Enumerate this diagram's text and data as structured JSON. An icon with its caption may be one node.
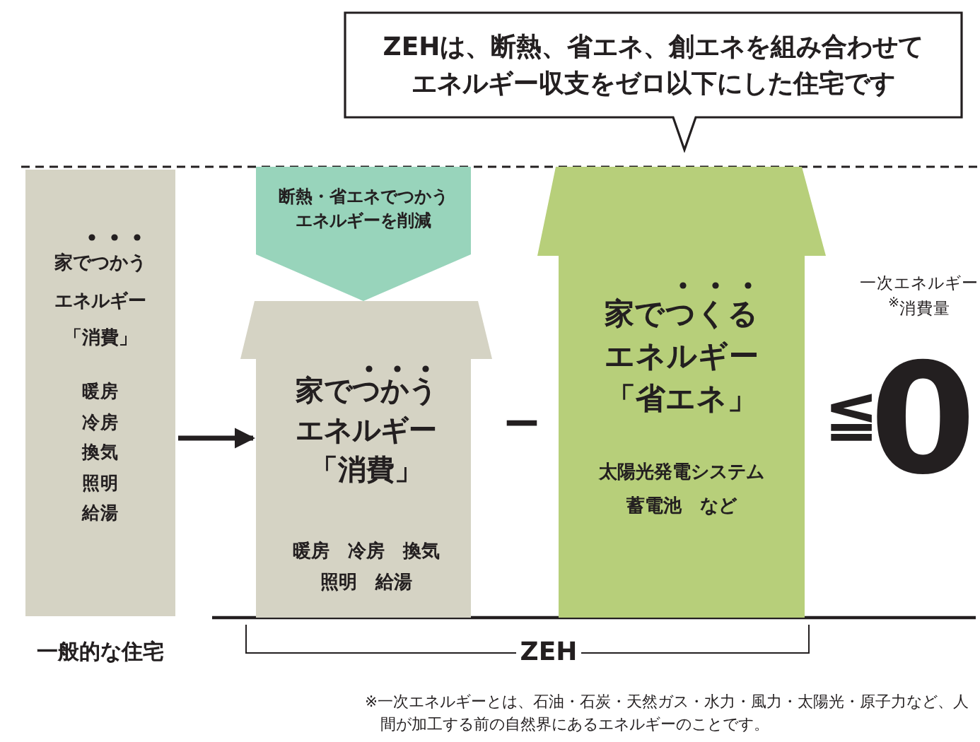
{
  "diagram": {
    "nodes": [
      {
        "text": [
          "ZEHは、断熱、省エネ、創エネを組み合わせてエネルギー収支をゼロ以下にした住宅です"
        ]
      },
      {
        "text": [
          "家でつかうエネルギー「消費」",
          "暖房",
          "冷房",
          "換気",
          "照明",
          "給湯"
        ],
        "beside": [
          "一般的な住宅"
        ]
      },
      {
        "text": [
          "断熱・省エネでつかうエネルギーを削減"
        ]
      },
      {
        "text": [
          "家でつかうエネルギー「消費」",
          "暖房",
          "冷房",
          "換気",
          "照明",
          "給湯"
        ]
      },
      {
        "text": [
          "家でつくるエネルギー「省エネ」",
          "太陽光発電システム",
          "蓄電池",
          "など"
        ]
      }
    ],
    "edges": [
      {
        "from": 1,
        "to": 3,
        "arrow": "to"
      }
    ],
    "labels": [
      "−",
      "一次エネルギー$^{※}$消費量",
      "≦",
      "0",
      "ZEH",
      "※一次エネルギーとは、石油・石炭・天然ガス・水力・風力・太陽光・原子力など、人間が加工する前の自然界にあるエネルギーのことです。"
    ]
  }
}
